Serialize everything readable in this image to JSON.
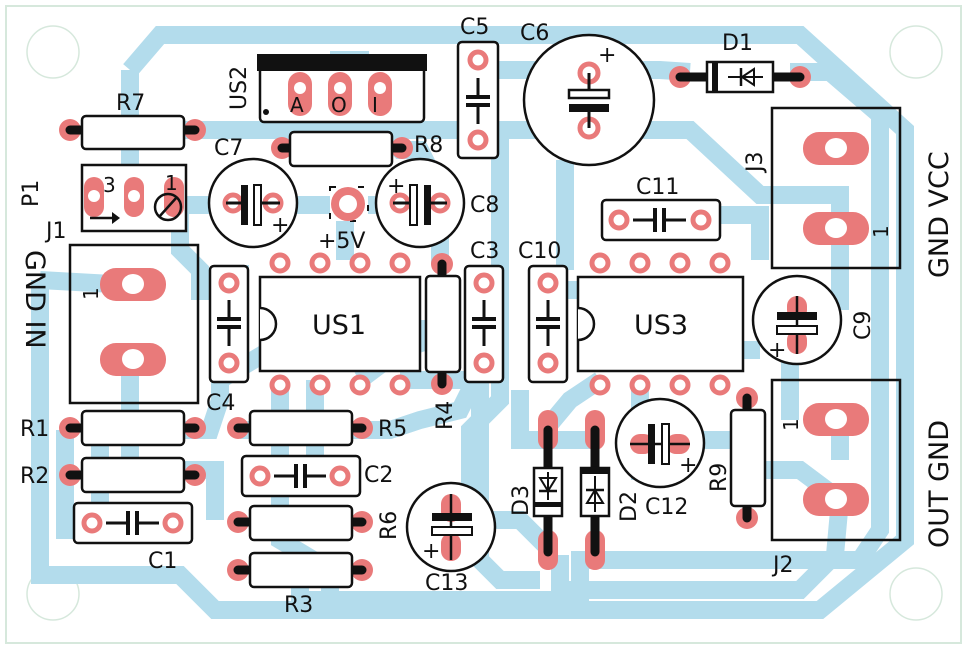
{
  "board": {
    "title": "PCB component layout",
    "colors": {
      "trace": "#b3dcec",
      "pad": "#e97a7a",
      "silkscreen": "#111111",
      "outline": "#d6e8dc",
      "background": "#ffffff"
    }
  },
  "components": {
    "R1": "R1",
    "R2": "R2",
    "R3": "R3",
    "R4": "R4",
    "R5": "R5",
    "R6": "R6",
    "R7": "R7",
    "R8": "R8",
    "R9": "R9",
    "C1": "C1",
    "C2": "C2",
    "C3": "C3",
    "C4": "C4",
    "C5": "C5",
    "C6": "C6",
    "C7": "C7",
    "C8": "C8",
    "C9": "C9",
    "C10": "C10",
    "C11": "C11",
    "C12": "C12",
    "C13": "C13",
    "D1": "D1",
    "D2": "D2",
    "D3": "D3",
    "US1": "US1",
    "US2": "US2",
    "US3": "US3",
    "J1": "J1",
    "J2": "J2",
    "J3": "J3",
    "P1": "P1"
  },
  "pin_labels": {
    "us2_pins": [
      "A",
      "O",
      "I"
    ],
    "p1_pin3": "3",
    "p1_pin1": "1",
    "j1_pin1": "1",
    "j2_pin1": "1",
    "j3_pin1": "1",
    "plus5v": "+5V",
    "plus": "+"
  },
  "connector_labels": {
    "left": "GND IN",
    "right_top": "GND VCC",
    "right_bottom": "OUT GND"
  }
}
